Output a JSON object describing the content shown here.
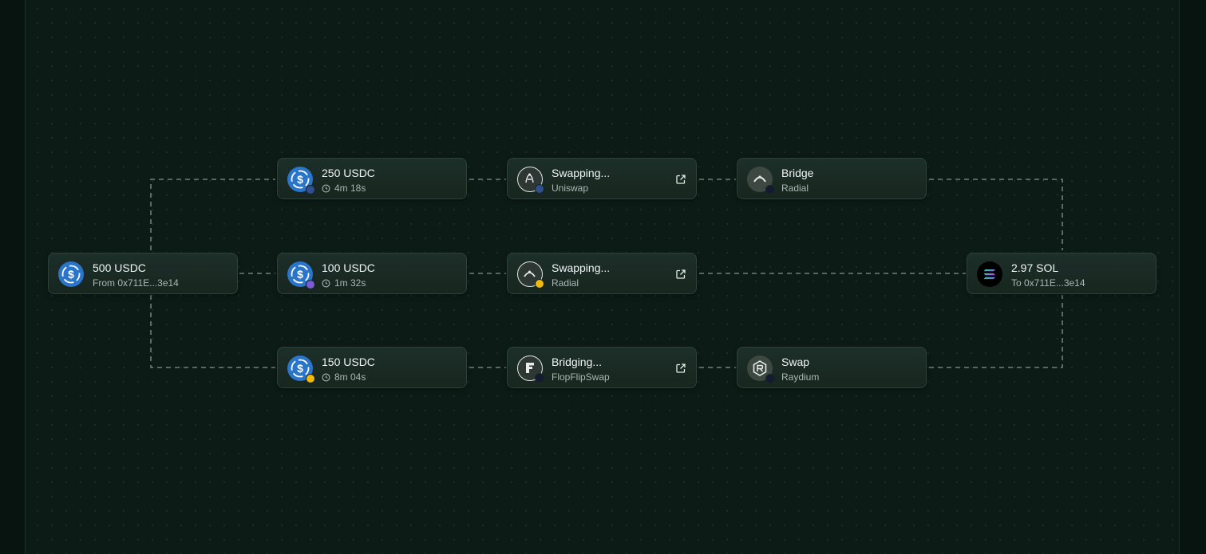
{
  "source": {
    "amount": "500 USDC",
    "from": "From 0x711E...3e14"
  },
  "destination": {
    "amount": "2.97 SOL",
    "to": "To 0x711E...3e14"
  },
  "routes": [
    {
      "split": {
        "amount": "250 USDC",
        "eta": "4m 18s",
        "chain_badge": "arbitrum"
      },
      "step1": {
        "status": "Swapping...",
        "protocol": "Uniswap",
        "icon": "uniswap-icon"
      },
      "step2": {
        "action": "Bridge",
        "protocol": "Radial",
        "icon": "radial-icon"
      }
    },
    {
      "split": {
        "amount": "100 USDC",
        "eta": "1m 32s",
        "chain_badge": "polygon"
      },
      "step1": {
        "status": "Swapping...",
        "protocol": "Radial",
        "icon": "radial-icon"
      }
    },
    {
      "split": {
        "amount": "150 USDC",
        "eta": "8m 04s",
        "chain_badge": "bnb"
      },
      "step1": {
        "status": "Bridging...",
        "protocol": "FlopFlipSwap",
        "icon": "flopflipswap-icon"
      },
      "step2": {
        "action": "Swap",
        "protocol": "Raydium",
        "icon": "raydium-icon"
      }
    }
  ],
  "colors": {
    "background": "#0d1b16",
    "card": "#1b2c26",
    "usdc": "#2a74c9",
    "edge": "#8fa39b"
  }
}
